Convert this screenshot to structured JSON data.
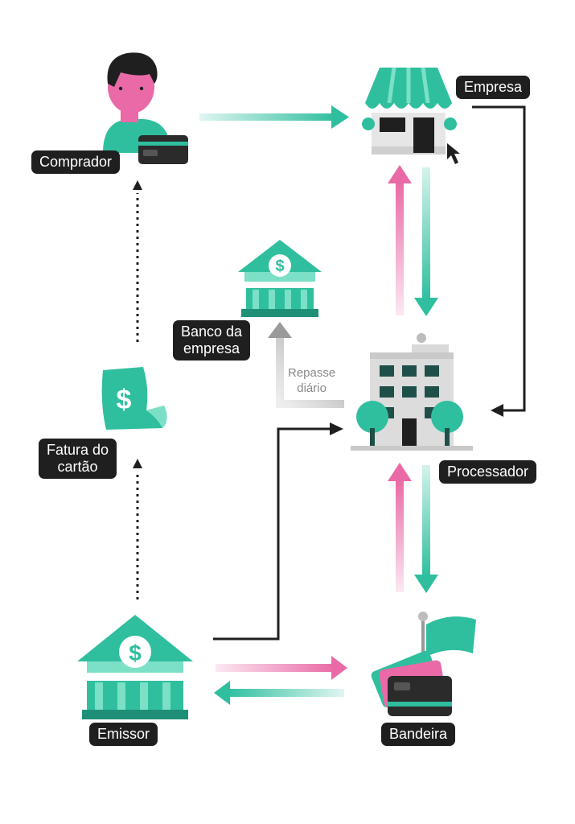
{
  "nodes": {
    "comprador": "Comprador",
    "empresa": "Empresa",
    "banco_empresa": "Banco da\nempresa",
    "processador": "Processador",
    "fatura": "Fatura do\ncartão",
    "emissor": "Emissor",
    "bandeira": "Bandeira"
  },
  "notes": {
    "repasse": "Repasse\ndiário"
  },
  "icons": {
    "comprador": "person-with-card-icon",
    "empresa": "storefront-icon",
    "banco_empresa": "bank-icon",
    "processador": "office-building-icon",
    "fatura": "invoice-icon",
    "emissor": "bank-icon",
    "bandeira": "cards-flag-icon"
  },
  "colors": {
    "teal": "#2fbf9f",
    "teal_dark": "#1f8f78",
    "pink": "#e96aa6",
    "dark": "#1f1f1f",
    "gray_arrow": "#a8a8a8"
  }
}
